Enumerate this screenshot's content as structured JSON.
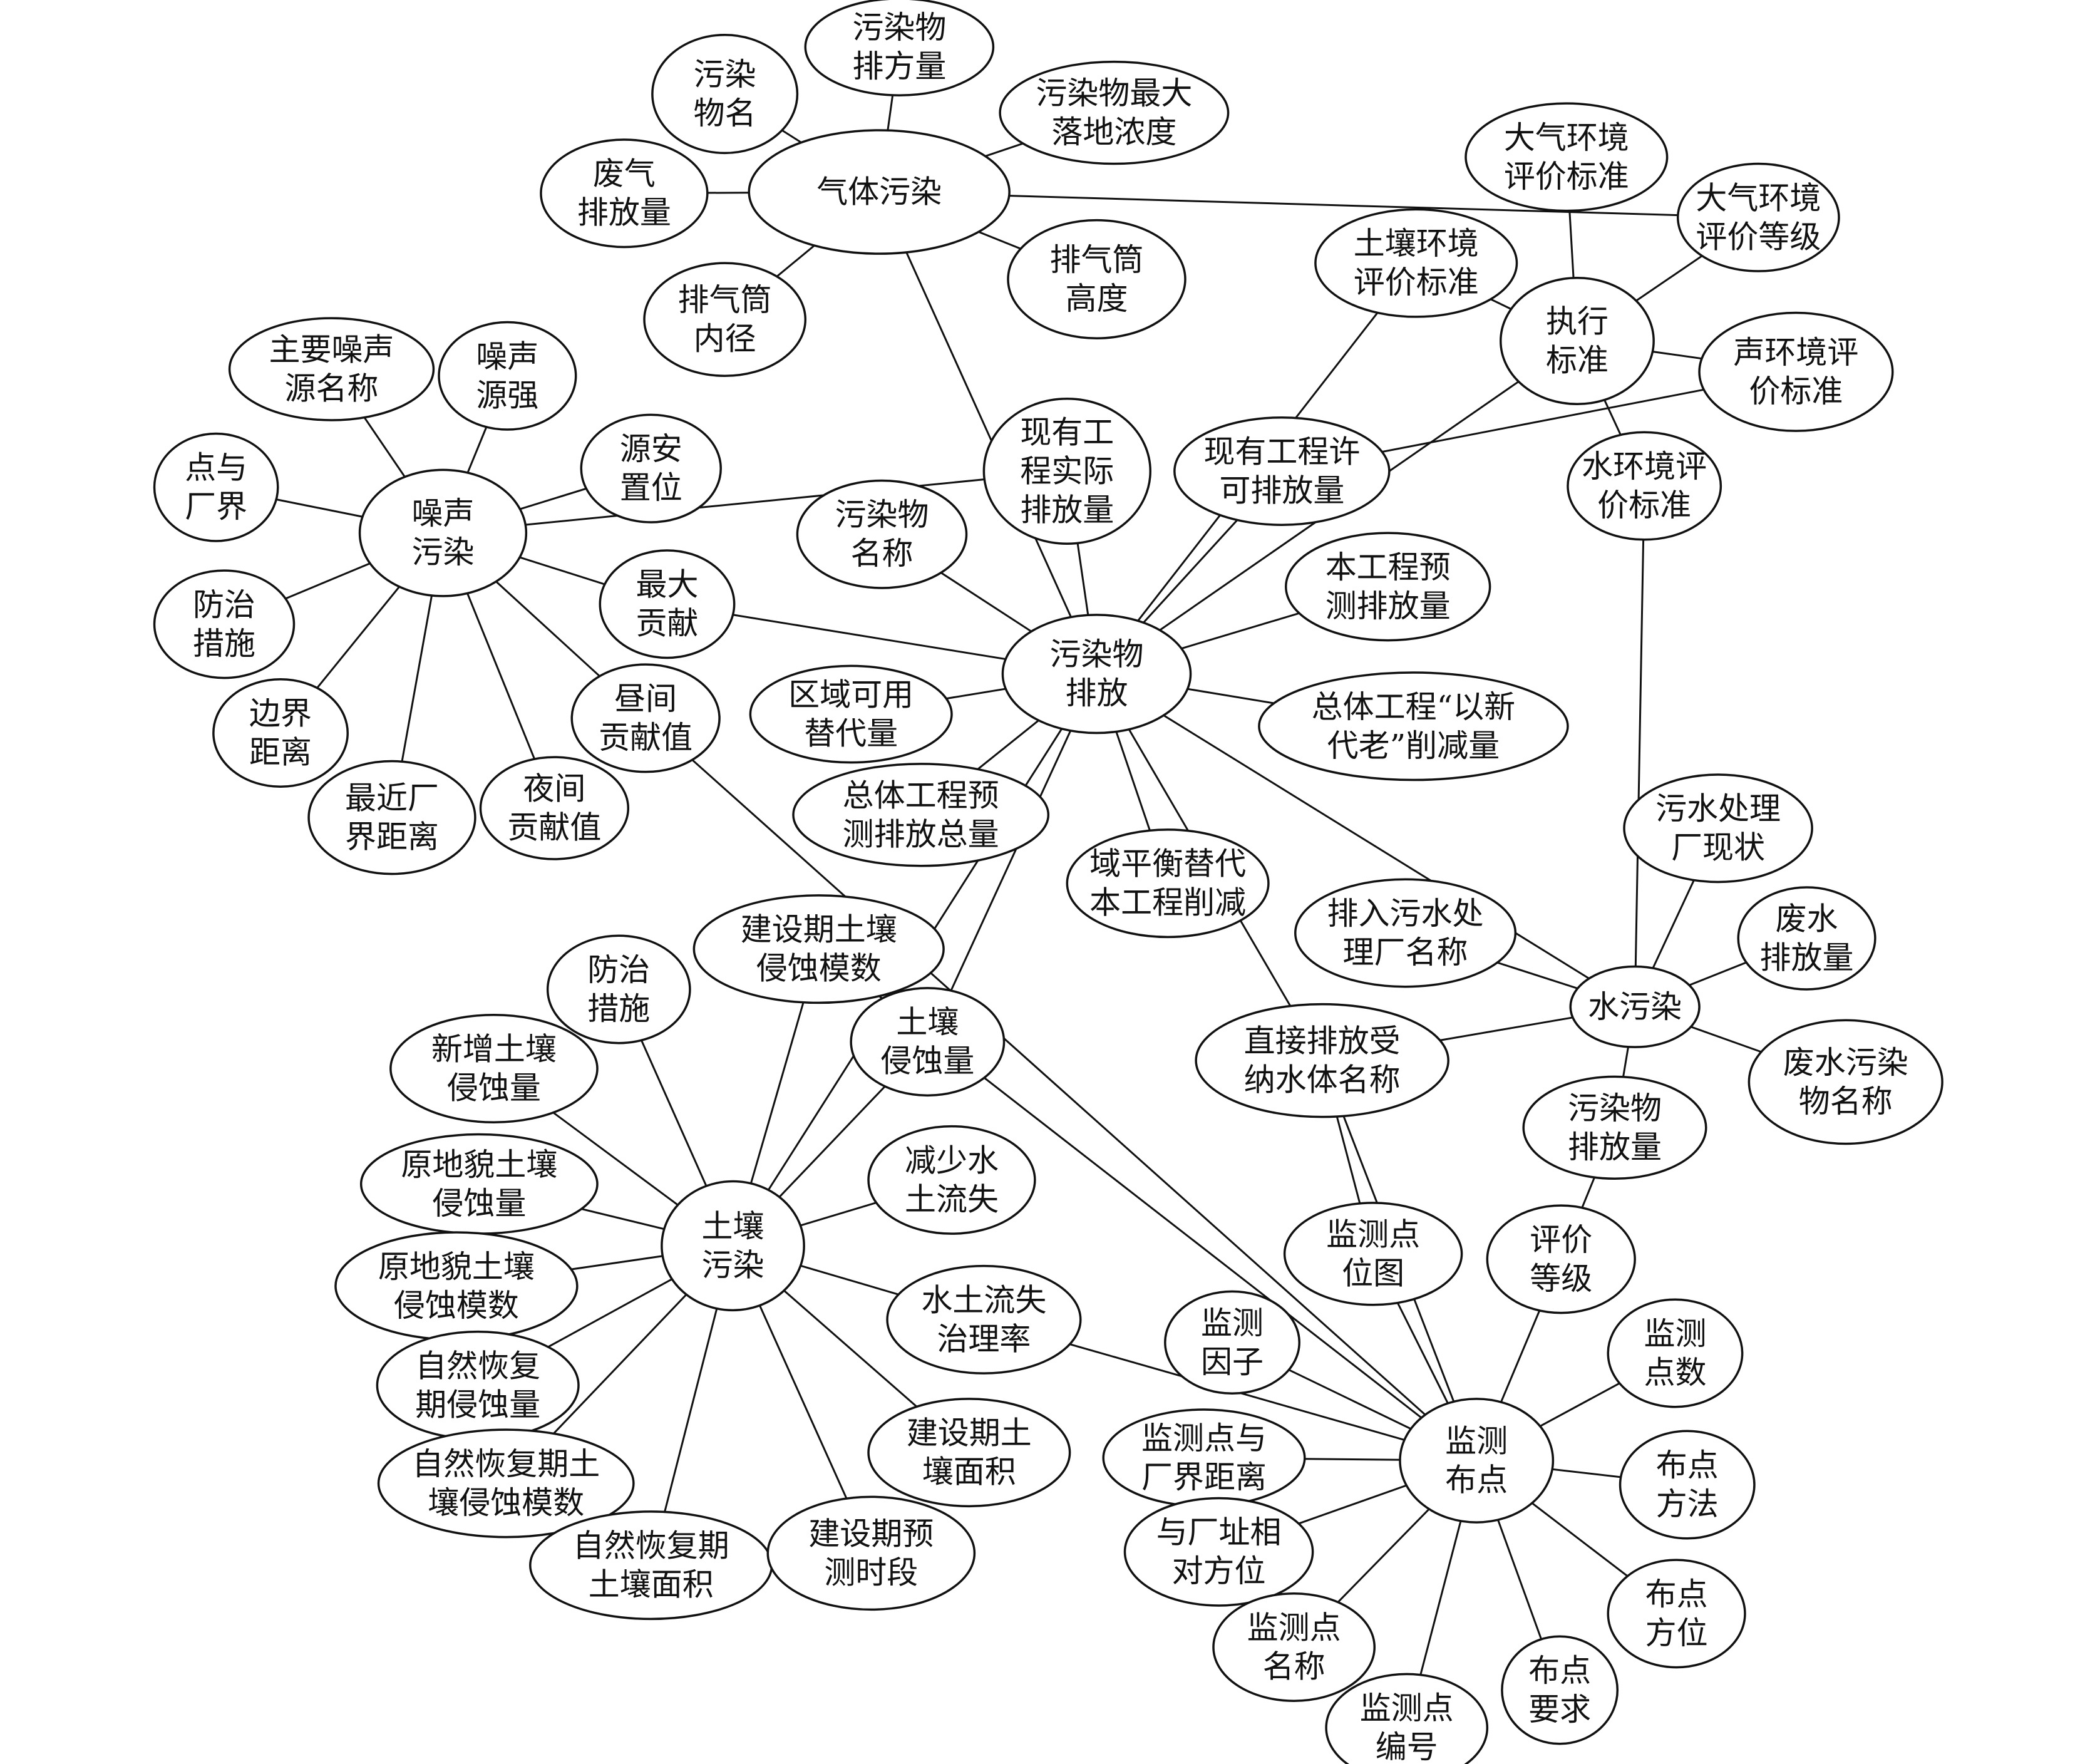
{
  "nodes": {
    "gas": {
      "lines": [
        "气体污染"
      ]
    },
    "g_name": {
      "lines": [
        "污染",
        "物名"
      ]
    },
    "g_amount": {
      "lines": [
        "污染物",
        "排方量"
      ]
    },
    "g_maxconc": {
      "lines": [
        "污染物最大",
        "落地浓度"
      ]
    },
    "g_exhaust": {
      "lines": [
        "废气",
        "排放量"
      ]
    },
    "g_diam": {
      "lines": [
        "排气筒",
        "内径"
      ]
    },
    "g_height": {
      "lines": [
        "排气筒",
        "高度"
      ]
    },
    "atm_std": {
      "lines": [
        "大气环境",
        "评价标准"
      ]
    },
    "atm_grade": {
      "lines": [
        "大气环境",
        "评价等级"
      ]
    },
    "soil_std": {
      "lines": [
        "土壤环境",
        "评价标准"
      ]
    },
    "exec": {
      "lines": [
        "执行",
        "标准"
      ]
    },
    "sound_std": {
      "lines": [
        "声环境评",
        "价标准"
      ]
    },
    "water_std": {
      "lines": [
        "水环境评",
        "价标准"
      ]
    },
    "noise": {
      "lines": [
        "噪声",
        "污染"
      ]
    },
    "n_main": {
      "lines": [
        "主要噪声",
        "源名称"
      ]
    },
    "n_strength": {
      "lines": [
        "噪声",
        "源强"
      ]
    },
    "n_place": {
      "lines": [
        "源安",
        "置位"
      ]
    },
    "n_factory": {
      "lines": [
        "点与",
        "厂界"
      ]
    },
    "n_prevent": {
      "lines": [
        "防治",
        "措施"
      ]
    },
    "n_border": {
      "lines": [
        "边界",
        "距离"
      ]
    },
    "n_nearest": {
      "lines": [
        "最近厂",
        "界距离"
      ]
    },
    "n_night": {
      "lines": [
        "夜间",
        "贡献值"
      ]
    },
    "n_day": {
      "lines": [
        "昼间",
        "贡献值"
      ]
    },
    "n_max": {
      "lines": [
        "最大",
        "贡献"
      ]
    },
    "p_name": {
      "lines": [
        "污染物",
        "名称"
      ]
    },
    "actual": {
      "lines": [
        "现有工",
        "程实际",
        "排放量"
      ]
    },
    "permit": {
      "lines": [
        "现有工程许",
        "可排放量"
      ]
    },
    "emission": {
      "lines": [
        "污染物",
        "排放"
      ]
    },
    "predict": {
      "lines": [
        "本工程预",
        "测排放量"
      ]
    },
    "total_reduce": {
      "lines": [
        "总体工程“以新",
        "代老”削减量"
      ]
    },
    "region_sub": {
      "lines": [
        "区域可用",
        "替代量"
      ]
    },
    "total_predict": {
      "lines": [
        "总体工程预",
        "测排放总量"
      ]
    },
    "balance": {
      "lines": [
        "域平衡替代",
        "本工程削减"
      ]
    },
    "sewage_status": {
      "lines": [
        "污水处理",
        "厂现状"
      ]
    },
    "sewage_name": {
      "lines": [
        "排入污水处",
        "理厂名称"
      ]
    },
    "water": {
      "lines": [
        "水污染"
      ]
    },
    "ww_amount": {
      "lines": [
        "废水",
        "排放量"
      ]
    },
    "direct": {
      "lines": [
        "直接排放受",
        "纳水体名称"
      ]
    },
    "ww_pname": {
      "lines": [
        "废水污染",
        "物名称"
      ]
    },
    "w_pamount": {
      "lines": [
        "污染物",
        "排放量"
      ]
    },
    "eval_grade": {
      "lines": [
        "评价",
        "等级"
      ]
    },
    "mon_map": {
      "lines": [
        "监测点",
        "位图"
      ]
    },
    "mon_factor": {
      "lines": [
        "监测",
        "因子"
      ]
    },
    "mon_count": {
      "lines": [
        "监测",
        "点数"
      ]
    },
    "monitor": {
      "lines": [
        "监测",
        "布点"
      ]
    },
    "mon_dist": {
      "lines": [
        "监测点与",
        "厂界距离"
      ]
    },
    "mon_method": {
      "lines": [
        "布点",
        "方法"
      ]
    },
    "mon_dir": {
      "lines": [
        "与厂址相",
        "对方位"
      ]
    },
    "mon_orient": {
      "lines": [
        "布点",
        "方位"
      ]
    },
    "mon_name": {
      "lines": [
        "监测点",
        "名称"
      ]
    },
    "mon_req": {
      "lines": [
        "布点",
        "要求"
      ]
    },
    "mon_no": {
      "lines": [
        "监测点",
        "编号"
      ]
    },
    "soil": {
      "lines": [
        "土壤",
        "污染"
      ]
    },
    "s_build_mod": {
      "lines": [
        "建设期土壤",
        "侵蚀模数"
      ]
    },
    "s_prevent": {
      "lines": [
        "防治",
        "措施"
      ]
    },
    "s_erosion": {
      "lines": [
        "土壤",
        "侵蚀量"
      ]
    },
    "s_new": {
      "lines": [
        "新增土壤",
        "侵蚀量"
      ]
    },
    "s_reduce": {
      "lines": [
        "减少水",
        "土流失"
      ]
    },
    "s_orig_amt": {
      "lines": [
        "原地貌土壤",
        "侵蚀量"
      ]
    },
    "s_orig_mod": {
      "lines": [
        "原地貌土壤",
        "侵蚀模数"
      ]
    },
    "s_control": {
      "lines": [
        "水土流失",
        "治理率"
      ]
    },
    "s_nat_amt": {
      "lines": [
        "自然恢复",
        "期侵蚀量"
      ]
    },
    "s_build_area": {
      "lines": [
        "建设期土",
        "壤面积"
      ]
    },
    "s_nat_mod": {
      "lines": [
        "自然恢复期土",
        "壤侵蚀模数"
      ]
    },
    "s_nat_area": {
      "lines": [
        "自然恢复期",
        "土壤面积"
      ]
    },
    "s_build_period": {
      "lines": [
        "建设期预",
        "测时段"
      ]
    }
  }
}
